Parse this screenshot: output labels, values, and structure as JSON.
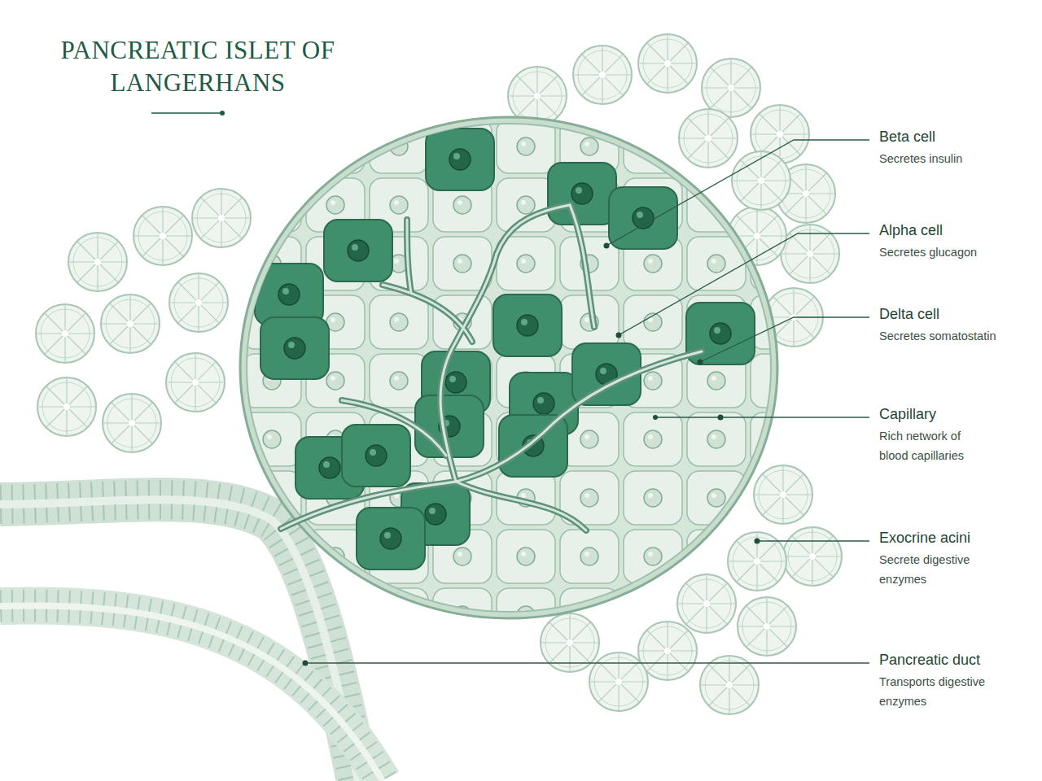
{
  "diagram": {
    "title": "PANCREATIC ISLET OF LANGERHANS",
    "labels": [
      "Beta cell",
      "Secretes insulin",
      "Alpha cell",
      "Secretes glucagon",
      "Delta cell",
      "Secretes somatostatin",
      "Capillary",
      "Rich network of blood capillaries",
      "Exocrine acini",
      "Secrete digestive enzymes",
      "Pancreatic duct",
      "Transports digestive enzymes"
    ]
  }
}
